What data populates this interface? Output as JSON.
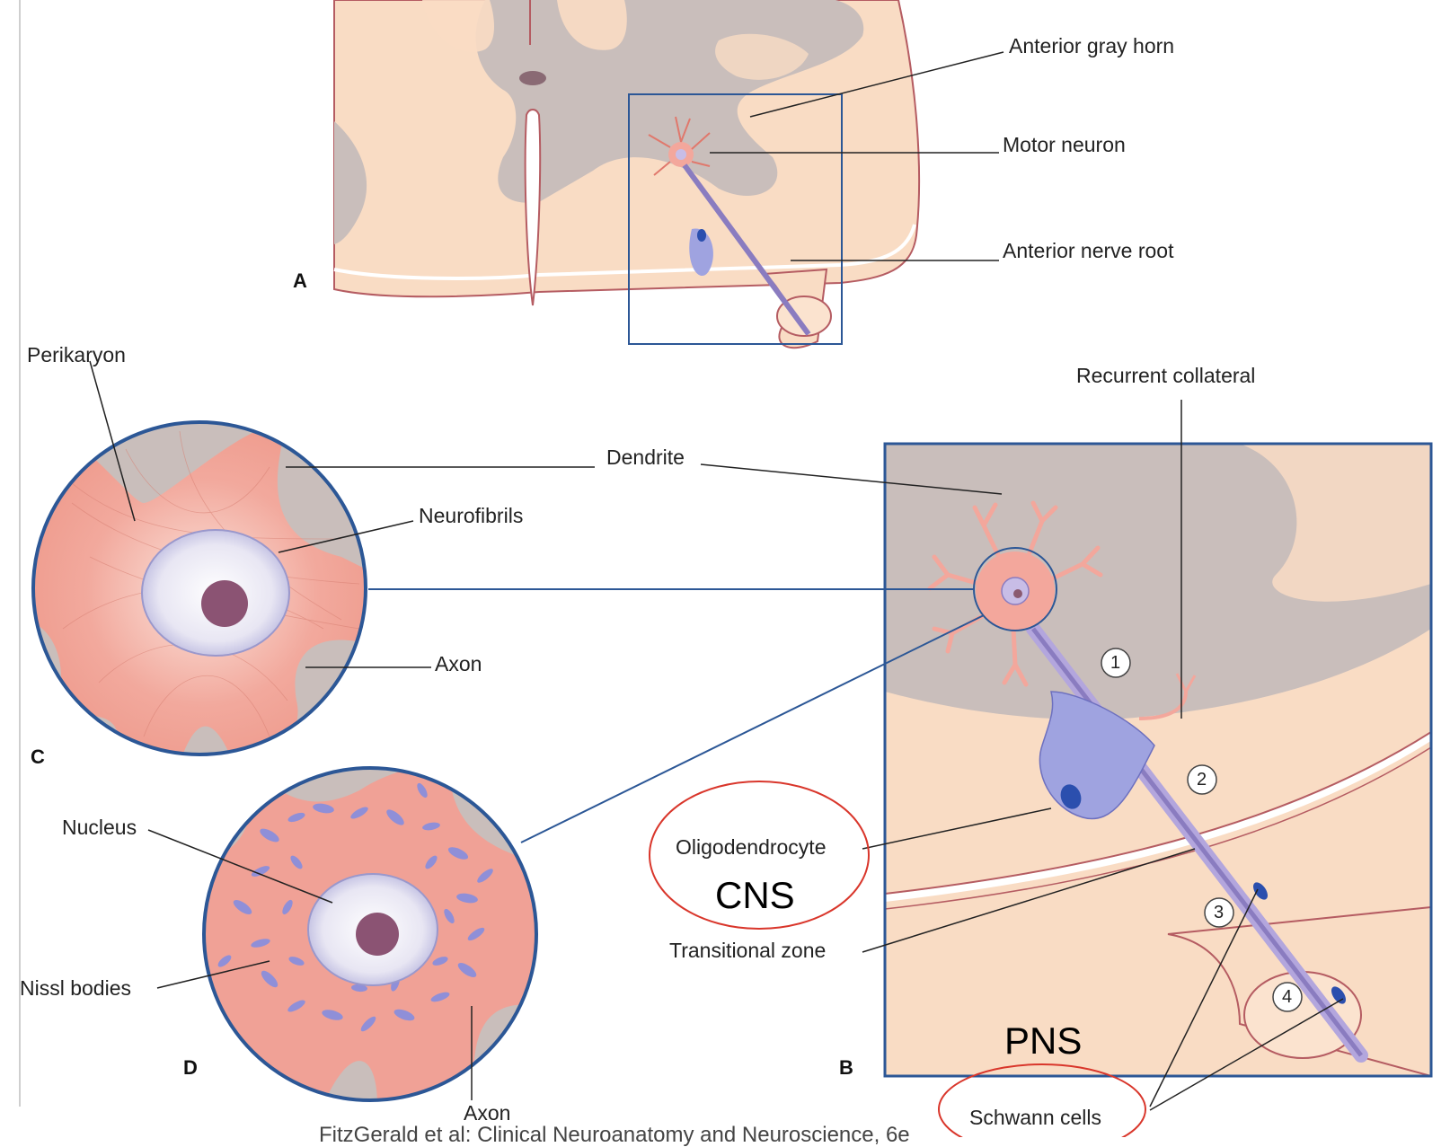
{
  "labels": {
    "anterior_gray_horn": "Anterior gray horn",
    "motor_neuron": "Motor neuron",
    "anterior_nerve_root": "Anterior nerve root",
    "perikaryon": "Perikaryon",
    "recurrent_collateral": "Recurrent collateral",
    "dendrite": "Dendrite",
    "neurofibrils": "Neurofibrils",
    "axon_c": "Axon",
    "nucleus": "Nucleus",
    "oligodendrocyte": "Oligodendrocyte",
    "transitional_zone": "Transitional zone",
    "nissl_bodies": "Nissl bodies",
    "axon_d": "Axon",
    "schwann_cells": "Schwann cells"
  },
  "annotations": {
    "cns": "CNS",
    "pns": "PNS"
  },
  "panels": {
    "a": "A",
    "b": "B",
    "c": "C",
    "d": "D"
  },
  "segment_numbers": [
    "1",
    "2",
    "3",
    "4"
  ],
  "credit": "FitzGerald et al: Clinical Neuroanatomy and Neuroscience, 6e",
  "colors": {
    "tissue": "#f9dcc4",
    "gray_matter": "#c9bebb",
    "tissue_outline": "#b55c62",
    "neuron": "#f3a79c",
    "glia": "#9fa3e0",
    "glia_nucleus": "#2b4fae",
    "frame_blue": "#2c5796",
    "annotation_red": "#d9362b"
  }
}
